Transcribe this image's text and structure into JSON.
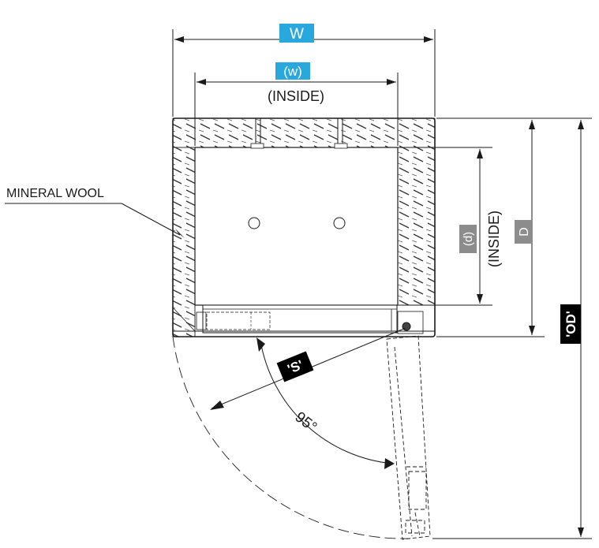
{
  "labels": {
    "outer_width": "W",
    "inside_width": "(w)",
    "inside_width_note": "(INSIDE)",
    "outer_depth": "D",
    "inside_depth": "(d)",
    "inside_depth_note": "(INSIDE)",
    "overall_depth": "'OD'",
    "swing": "'S'",
    "door_angle": "95°",
    "insulation": "MINERAL WOOL"
  },
  "colors": {
    "line": "#1a1a1a",
    "label_blue": "#29a8de",
    "label_gray": "#8c8c8c",
    "label_black": "#000000",
    "label_text": "#ffffff"
  }
}
